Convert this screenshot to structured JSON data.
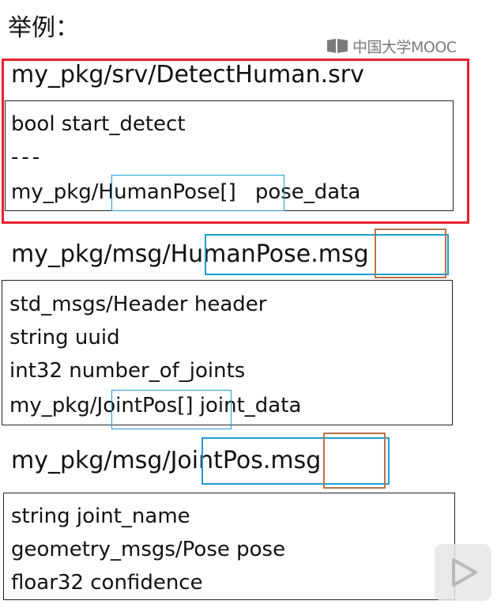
{
  "heading": "举例：",
  "watermark": {
    "text": "中国大学MOOC",
    "color": "#7a7a7a"
  },
  "srv_section": {
    "path": "my_pkg/srv/DetectHuman.srv",
    "request_line": "bool   start_detect",
    "separator": "---",
    "response_prefix": "my_pkg/",
    "response_type": "HumanPose[]",
    "response_field": "pose_data"
  },
  "humanpose_section": {
    "path_prefix": "my_pkg/msg/",
    "path_name": "HumanPose",
    "path_ext": ".msg",
    "lines": [
      "std_msgs/Header header",
      "string uuid",
      "int32 number_of_joints"
    ],
    "last_prefix": "my_pkg/",
    "last_type": "JointPos[]",
    "last_field": " joint_data"
  },
  "jointpos_section": {
    "path_prefix": "my_pkg/msg/",
    "path_name": "JointPos",
    "path_ext": ".msg",
    "lines": [
      "string joint_name",
      "geometry_msgs/Pose pose",
      "floar32 confidence"
    ]
  },
  "colors": {
    "highlight_red": "#e8212b",
    "highlight_blue": "#1e9bd7",
    "highlight_brown": "#b8734a"
  },
  "icons": [
    "mooc-logo-icon",
    "play-icon"
  ]
}
